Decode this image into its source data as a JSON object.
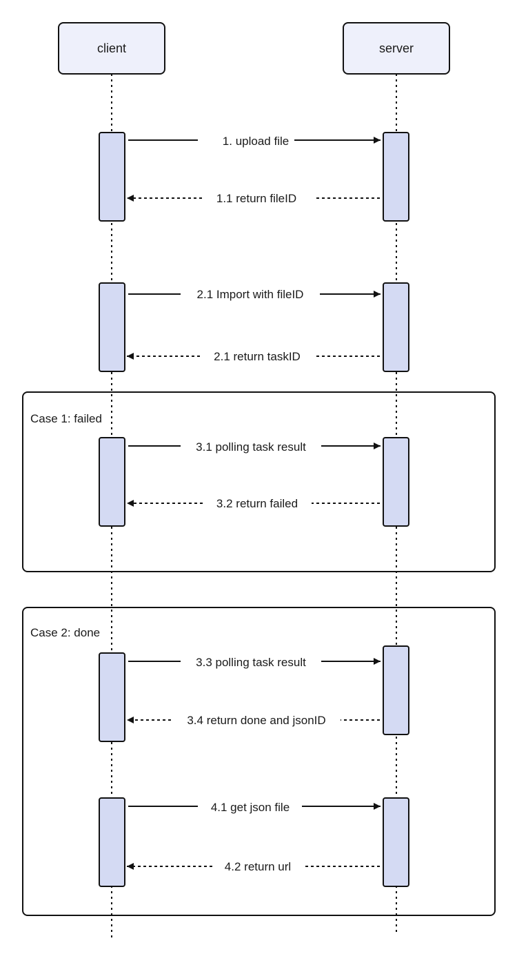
{
  "actors": {
    "client": "client",
    "server": "server"
  },
  "frames": [
    {
      "label": "Case 1: failed"
    },
    {
      "label": "Case 2: done"
    }
  ],
  "messages": [
    {
      "label": "1. upload file",
      "direction": "client-to-server",
      "style": "solid"
    },
    {
      "label": "1.1 return fileID",
      "direction": "server-to-client",
      "style": "dashed"
    },
    {
      "label": "2.1 Import with fileID",
      "direction": "client-to-server",
      "style": "solid"
    },
    {
      "label": "2.1 return taskID",
      "direction": "server-to-client",
      "style": "dashed"
    },
    {
      "label": "3.1 polling task result",
      "direction": "client-to-server",
      "style": "solid"
    },
    {
      "label": "3.2 return failed",
      "direction": "server-to-client",
      "style": "dashed"
    },
    {
      "label": "3.3 polling task result",
      "direction": "client-to-server",
      "style": "solid"
    },
    {
      "label": "3.4 return done and jsonID",
      "direction": "server-to-client",
      "style": "dashed"
    },
    {
      "label": "4.1 get json file",
      "direction": "client-to-server",
      "style": "solid"
    },
    {
      "label": "4.2 return url",
      "direction": "server-to-client",
      "style": "dashed"
    }
  ],
  "colors": {
    "actor_fill": "#eef0fb",
    "activation_fill": "#d4daf3",
    "stroke": "#111111"
  }
}
